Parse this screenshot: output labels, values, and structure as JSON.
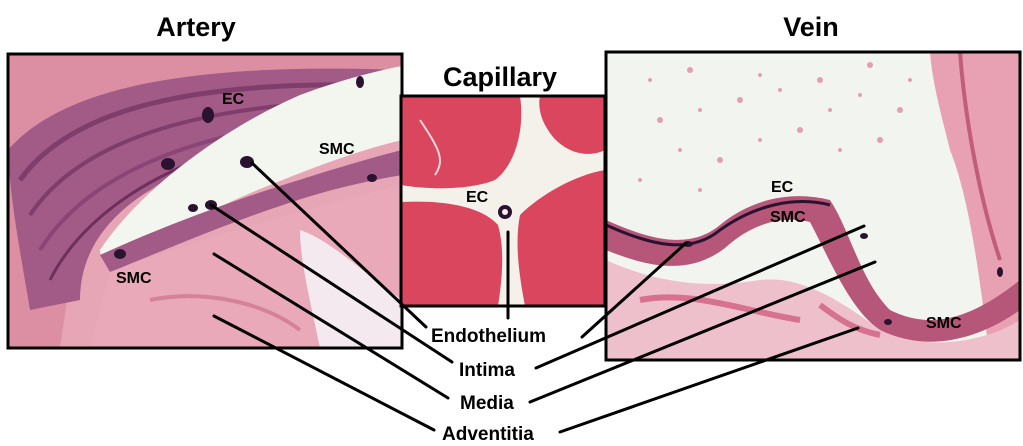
{
  "panels": {
    "artery": {
      "title": "Artery",
      "labels": {
        "ec": "EC",
        "smc_top": "SMC",
        "smc_bottom": "SMC"
      }
    },
    "capillary": {
      "title": "Capillary",
      "labels": {
        "ec": "EC"
      }
    },
    "vein": {
      "title": "Vein",
      "labels": {
        "ec": "EC",
        "smc_top": "SMC",
        "smc_bottom": "SMC"
      }
    }
  },
  "layers": {
    "endothelium": "Endothelium",
    "intima": "Intima",
    "media": "Media",
    "adventitia": "Adventitia"
  },
  "colors": {
    "lumen": "#f3f6ee",
    "tissue_pink": "#e9a3b4",
    "media_purple": "#a5577f",
    "muscle_red": "#d9465e",
    "nucleus": "#2a1230",
    "frame": "#000000"
  }
}
